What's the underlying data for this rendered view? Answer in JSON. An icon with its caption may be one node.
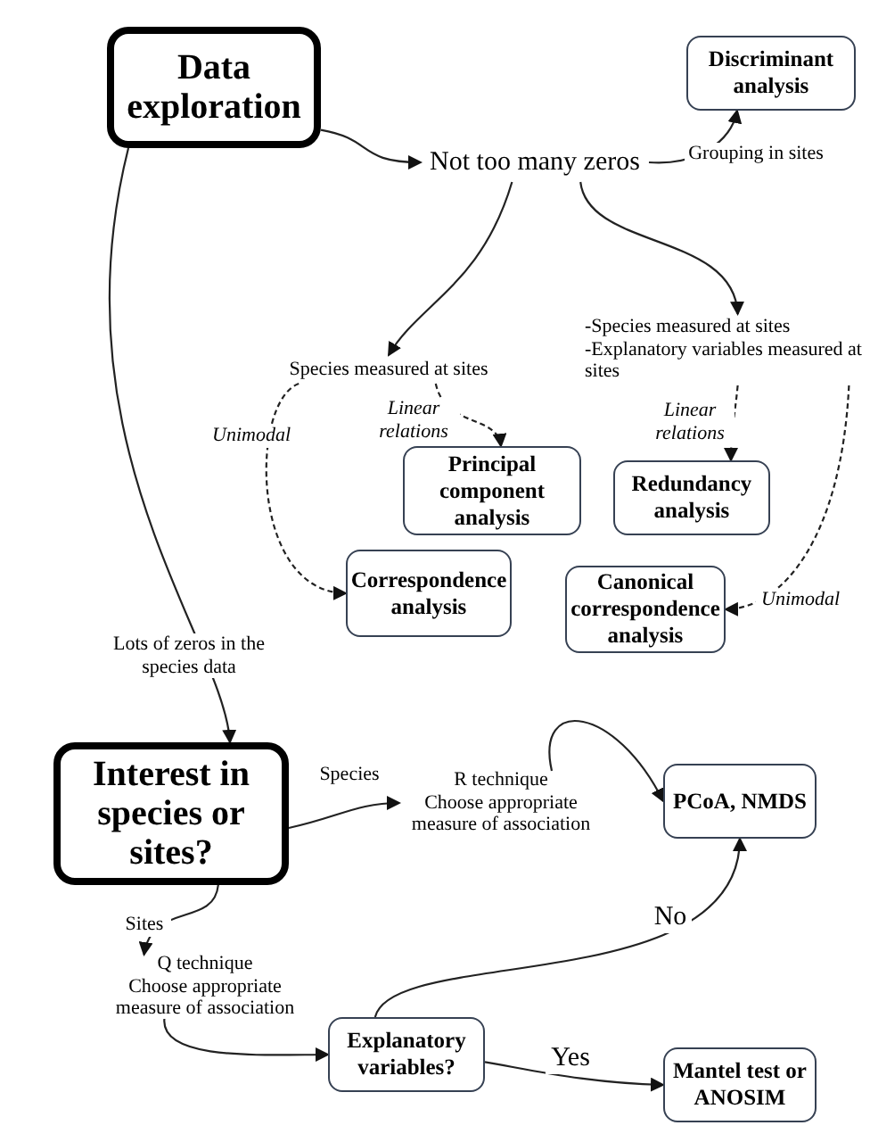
{
  "diagram": {
    "nodes": [
      {
        "text": [
          "Data exploration"
        ]
      },
      {
        "text": [
          "Discriminant analysis"
        ]
      },
      {
        "text": [
          "Not too many zeros"
        ]
      },
      {
        "text": [
          "Species measured at sites"
        ]
      },
      {
        "text": [
          "-Species measured at sites",
          "-Explanatory variables measured at sites"
        ]
      },
      {
        "text": [
          "Principal component analysis"
        ]
      },
      {
        "text": [
          "Redundancy analysis"
        ]
      },
      {
        "text": [
          "Correspondence analysis"
        ]
      },
      {
        "text": [
          "Canonical correspondence analysis"
        ]
      },
      {
        "text": [
          "Interest in species or sites?"
        ]
      },
      {
        "text": [
          "R technique",
          "Choose appropriate measure of association"
        ]
      },
      {
        "text": [
          "PCoA, NMDS"
        ]
      },
      {
        "text": [
          "Q technique",
          "Choose appropriate measure of association"
        ]
      },
      {
        "text": [
          "Explanatory variables?"
        ]
      },
      {
        "text": [
          "Mantel test or ANOSIM"
        ]
      }
    ],
    "edges": [
      {
        "from": 0,
        "to": 2,
        "arrow": "to"
      },
      {
        "from": 2,
        "to": 1,
        "arrow": "to",
        "label": "Grouping in sites"
      },
      {
        "from": 2,
        "to": 3,
        "arrow": "to"
      },
      {
        "from": 2,
        "to": 4,
        "arrow": "to"
      },
      {
        "from": 3,
        "to": 5,
        "arrow": "to",
        "label": "Linear relations",
        "style": "dashed"
      },
      {
        "from": 3,
        "to": 7,
        "arrow": "to",
        "label": "Unimodal",
        "style": "dashed"
      },
      {
        "from": 4,
        "to": 6,
        "arrow": "to",
        "label": "Linear relations",
        "style": "dashed"
      },
      {
        "from": 4,
        "to": 8,
        "arrow": "to",
        "label": "Unimodal",
        "style": "dashed"
      },
      {
        "from": 0,
        "to": 9,
        "arrow": "to",
        "label": "Lots of zeros in the species data"
      },
      {
        "from": 9,
        "to": 10,
        "arrow": "to",
        "label": "Species"
      },
      {
        "from": 10,
        "to": 11,
        "arrow": "to"
      },
      {
        "from": 9,
        "to": 12,
        "arrow": "to",
        "label": "Sites"
      },
      {
        "from": 12,
        "to": 13,
        "arrow": "to"
      },
      {
        "from": 13,
        "to": 11,
        "arrow": "to",
        "label": "No"
      },
      {
        "from": 13,
        "to": 14,
        "arrow": "to",
        "label": "Yes"
      }
    ]
  }
}
